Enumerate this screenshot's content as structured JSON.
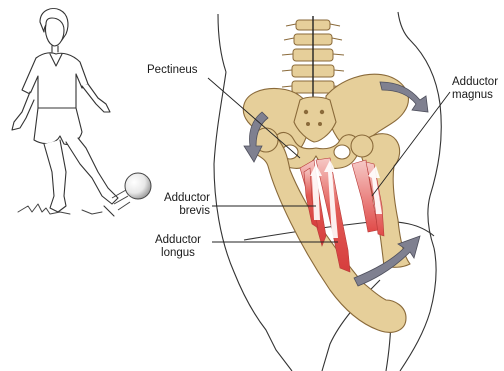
{
  "labels": {
    "pectineus": "Pectineus",
    "adductor_magnus": [
      "Adductor",
      "magnus"
    ],
    "adductor_brevis": [
      "Adductor",
      "brevis"
    ],
    "adductor_longus": [
      "Adductor",
      "longus"
    ]
  },
  "colors": {
    "bone": "#e6cf9a",
    "bone_outline": "#8a6a3a",
    "muscle": "#d94848",
    "muscle_light": "#f3b4b0",
    "arrow": "#7f8090",
    "outline": "#333333"
  }
}
